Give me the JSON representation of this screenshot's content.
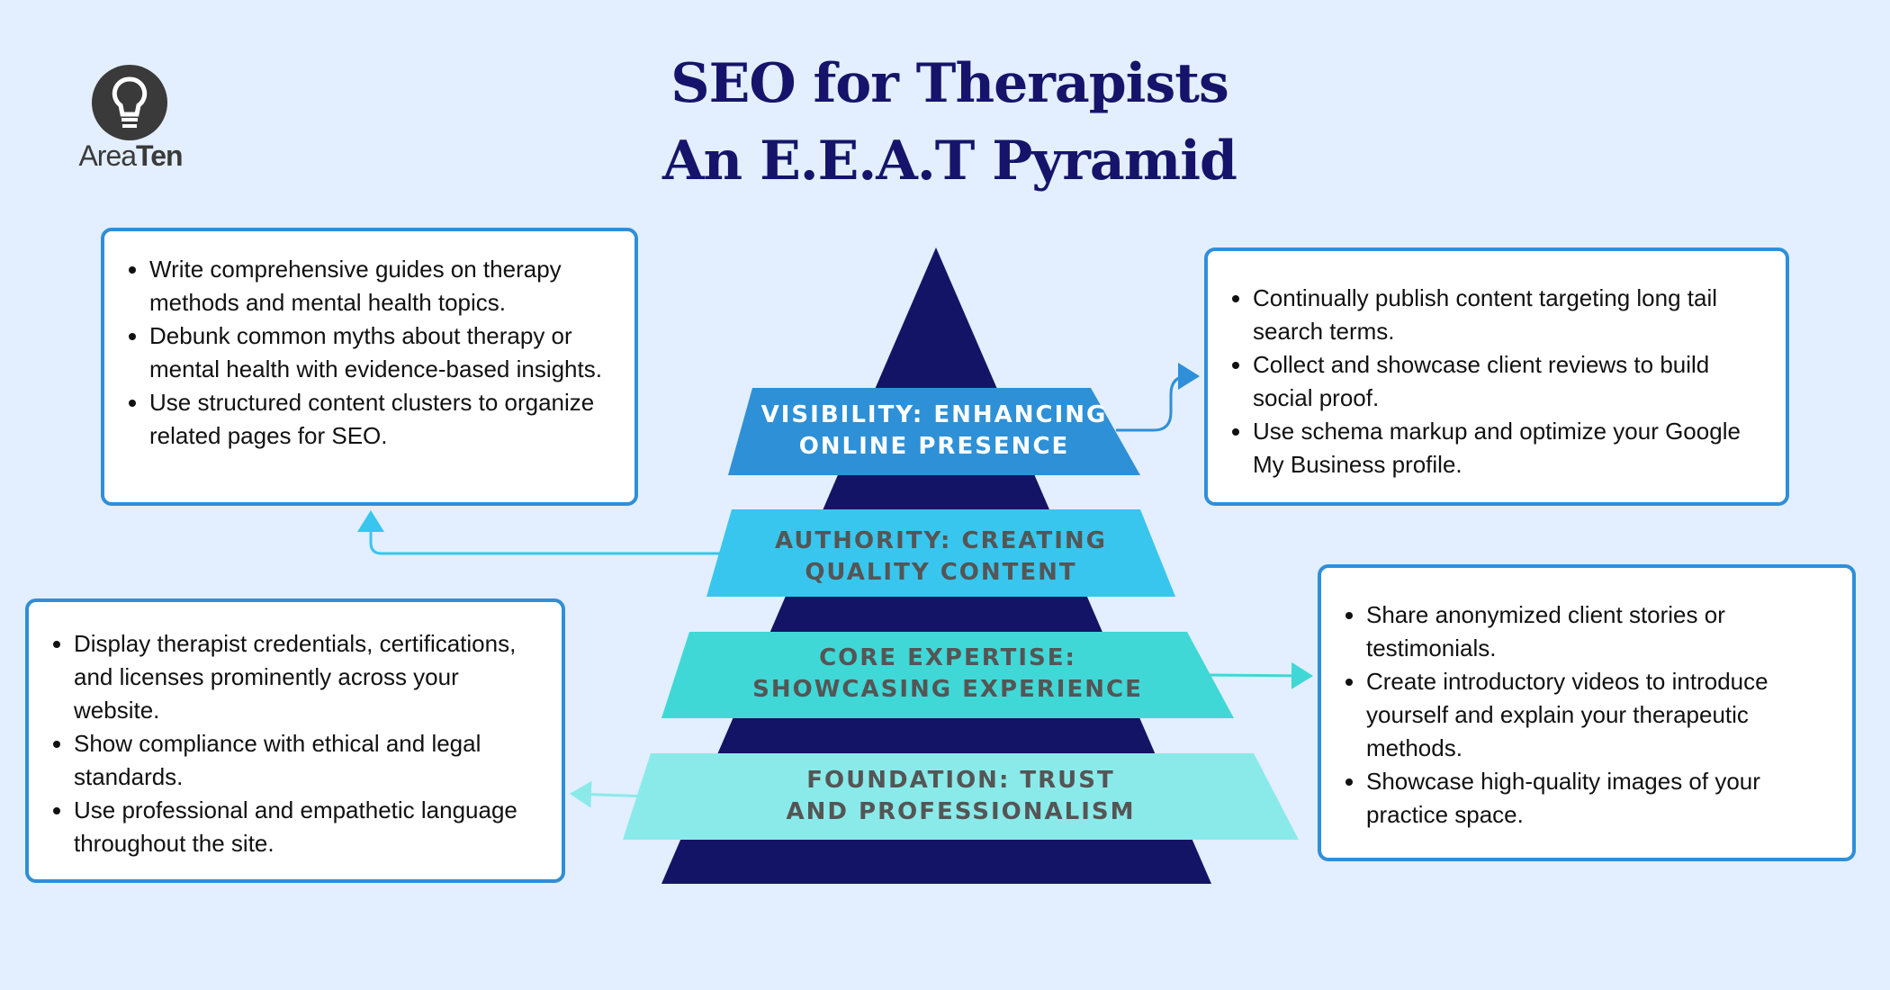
{
  "logo": {
    "name_part1": "Area",
    "name_part2": "Ten",
    "icon": "lightbulb-icon"
  },
  "title": {
    "line1": "SEO for Therapists",
    "line2": "An E.E.A.T Pyramid"
  },
  "colors": {
    "background": "#e3eefe",
    "pyramid": "#141466",
    "visibility": "#2e90d6",
    "authority": "#38c6ee",
    "expertise": "#3fd8d6",
    "foundation": "#8aeaea",
    "box_border": "#2f8fd8"
  },
  "levels": [
    {
      "line1": "VISIBILITY: ENHANCING",
      "line2": "ONLINE PRESENCE"
    },
    {
      "line1": "AUTHORITY: CREATING",
      "line2": "QUALITY CONTENT"
    },
    {
      "line1": "CORE EXPERTISE:",
      "line2": "SHOWCASING EXPERIENCE"
    },
    {
      "line1": "FOUNDATION: TRUST",
      "line2": "AND PROFESSIONALISM"
    }
  ],
  "boxes": {
    "authority": [
      "Write comprehensive guides on therapy methods and mental health topics.",
      "Debunk common myths about therapy or mental health with evidence-based insights.",
      "Use structured content clusters to organize related pages for SEO."
    ],
    "visibility": [
      "Continually publish content targeting long tail search terms.",
      "Collect and showcase client reviews to build social proof.",
      "Use schema markup and optimize your Google My Business profile."
    ],
    "foundation": [
      "Display therapist credentials, certifications, and licenses prominently across your website.",
      "Show compliance with ethical and legal standards.",
      "Use professional and empathetic language throughout the site."
    ],
    "expertise": [
      "Share anonymized client stories or testimonials.",
      "Create introductory videos to introduce yourself and explain your therapeutic methods.",
      "Showcase high-quality images of your practice space."
    ]
  }
}
